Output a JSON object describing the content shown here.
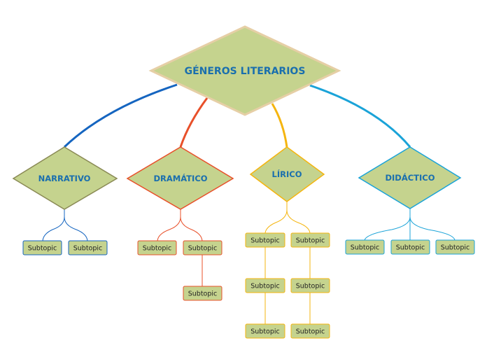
{
  "root": {
    "title": "GÉNEROS LITERARIOS"
  },
  "topics": [
    {
      "id": "narrativo",
      "title": "NARRATIVO",
      "color": "#1565c0",
      "border": "#8a8a55",
      "subtopics": [
        "Subtopic",
        "Subtopic"
      ]
    },
    {
      "id": "dramatico",
      "title": "DRAMÁTICO",
      "color": "#e8502a",
      "border": "#e8502a",
      "subtopics": [
        "Subtopic",
        "Subtopic",
        "Subtopic"
      ]
    },
    {
      "id": "lirico",
      "title": "LÍRICO",
      "color": "#f5b50f",
      "border": "#f5b50f",
      "subtopics": [
        "Subtopic",
        "Subtopic",
        "Subtopic",
        "Subtopic",
        "Subtopic",
        "Subtopic"
      ]
    },
    {
      "id": "didactico",
      "title": "DIDÁCTICO",
      "color": "#1aa3d8",
      "border": "#1aa3d8",
      "subtopics": [
        "Subtopic",
        "Subtopic",
        "Subtopic"
      ]
    }
  ],
  "colors": {
    "fill": "#c5d38e",
    "root_border": "#e6cfa6",
    "title_text": "#1a6fae"
  }
}
